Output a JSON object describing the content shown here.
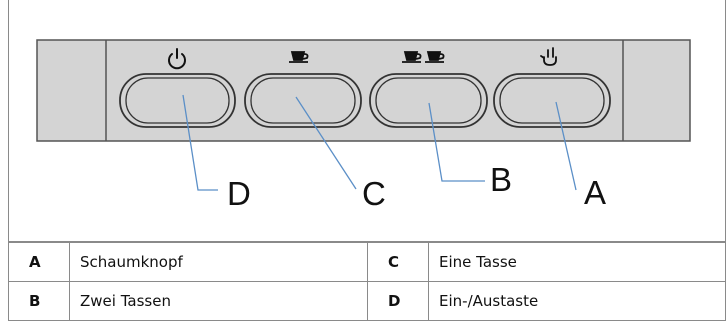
{
  "diagram": {
    "callouts": [
      "A",
      "B",
      "C",
      "D"
    ],
    "buttons": [
      {
        "symbol": "power-icon"
      },
      {
        "symbol": "single-cup-icon"
      },
      {
        "symbol": "double-cup-icon"
      },
      {
        "symbol": "steam-icon"
      }
    ]
  },
  "legend": {
    "rows": [
      {
        "key1": "A",
        "desc1": "Schaumknopf",
        "key2": "C",
        "desc2": "Eine Tasse"
      },
      {
        "key1": "B",
        "desc1": "Zwei Tassen",
        "key2": "D",
        "desc2": "Ein-/Austaste"
      }
    ]
  }
}
